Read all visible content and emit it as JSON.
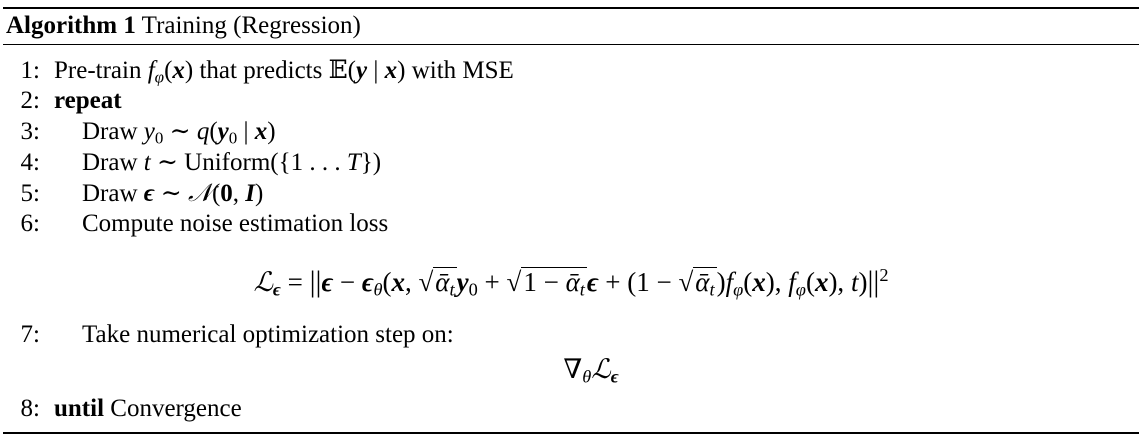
{
  "caption": {
    "label": "Algorithm 1",
    "title": "Training (Regression)"
  },
  "lines": [
    {
      "num": "1:",
      "text": "Pre-train",
      "tail1": "that predicts",
      "tail2": "with MSE"
    },
    {
      "num": "2:",
      "keyword": "repeat"
    },
    {
      "num": "3:",
      "text": "Draw"
    },
    {
      "num": "4:",
      "text": "Draw"
    },
    {
      "num": "5:",
      "text": "Draw"
    },
    {
      "num": "6:",
      "text": "Compute noise estimation loss"
    },
    {
      "num": "7:",
      "text": "Take numerical optimization step on:"
    },
    {
      "num": "8:",
      "keyword": "until",
      "text": "Convergence"
    }
  ]
}
